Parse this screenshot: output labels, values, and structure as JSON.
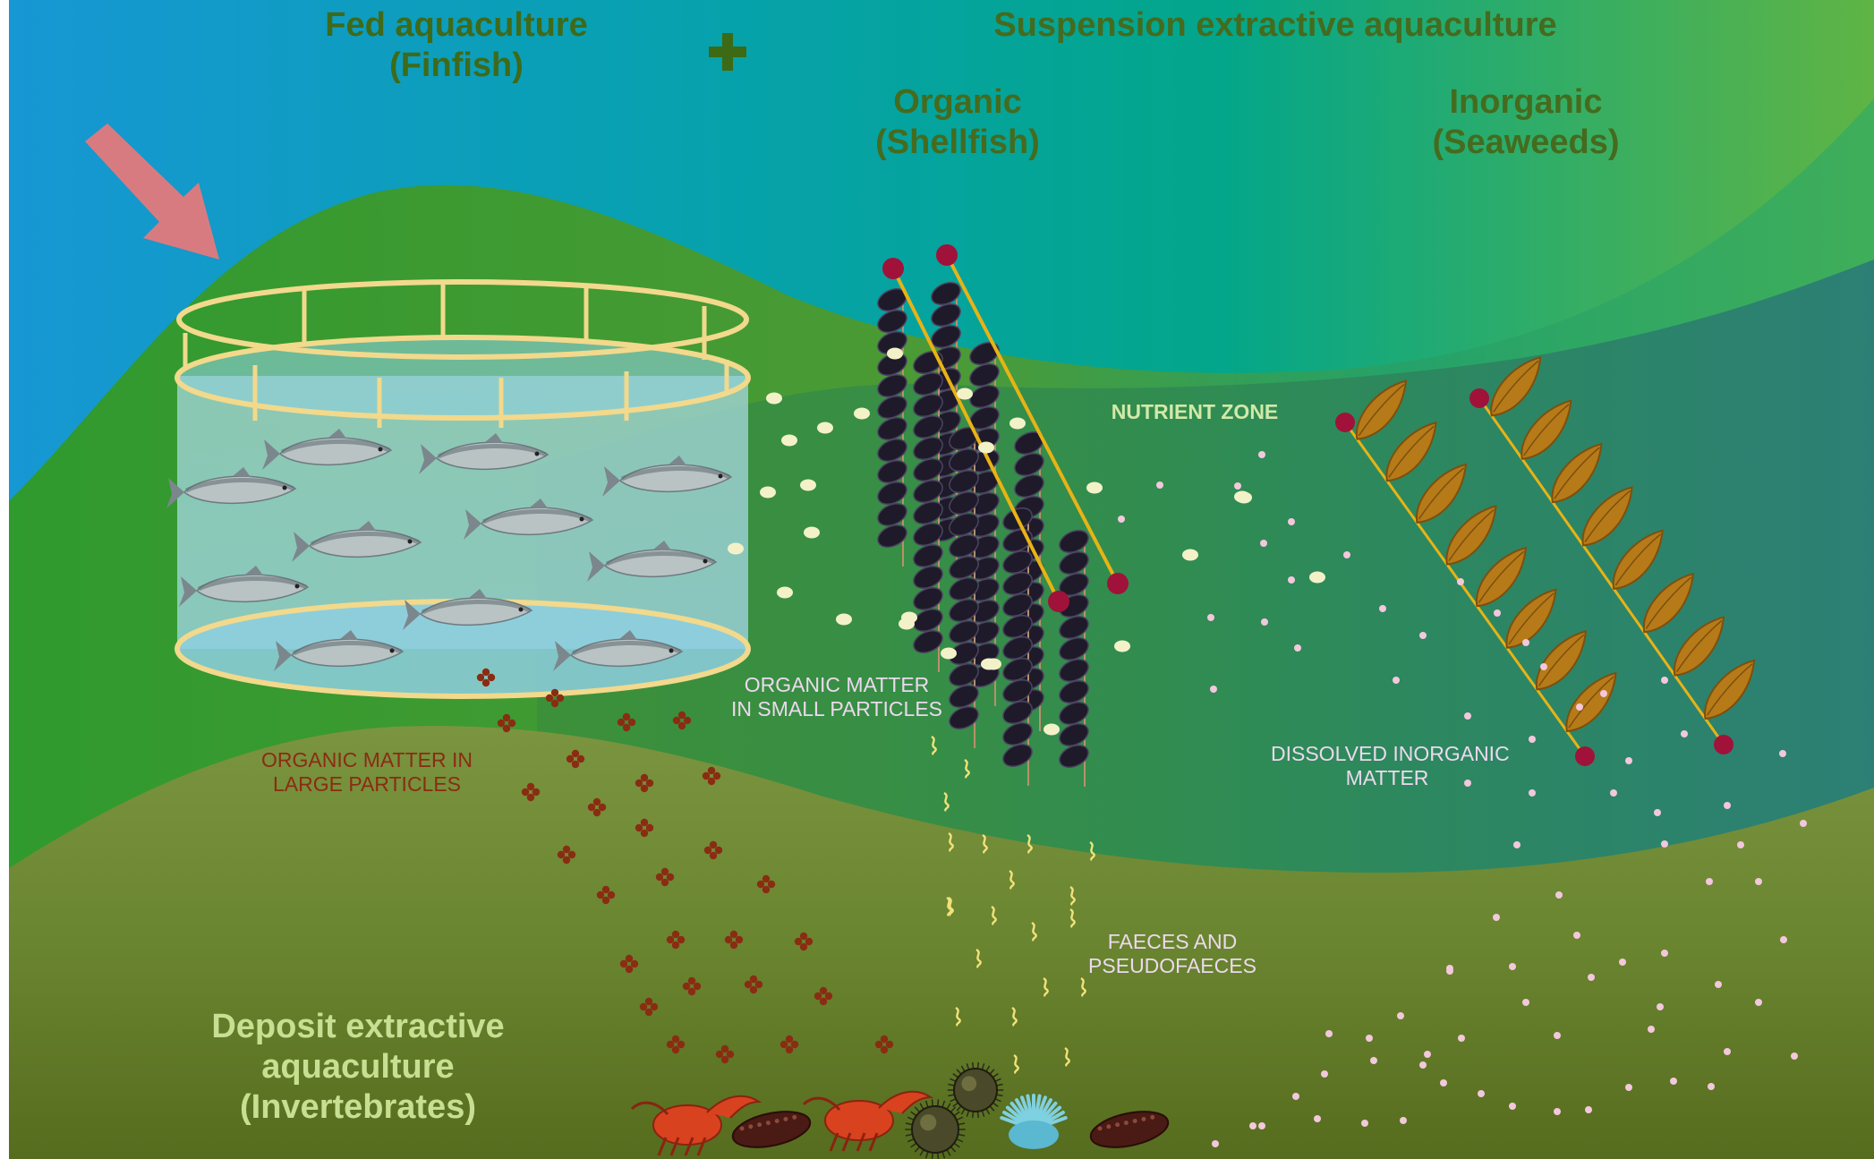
{
  "headings": {
    "fed_title": "Fed aquaculture",
    "fed_subtitle": "(Finfish)",
    "suspension_title": "Suspension extractive aquaculture",
    "organic_title": "Organic",
    "organic_subtitle": "(Shellfish)",
    "inorganic_title": "Inorganic",
    "inorganic_subtitle": "(Seaweeds)",
    "deposit_line1": "Deposit extractive",
    "deposit_line2": "aquaculture",
    "deposit_line3": "(Invertebrates)"
  },
  "labels": {
    "nutrient_zone": "NUTRIENT ZONE",
    "organic_small_line1": "ORGANIC MATTER",
    "organic_small_line2": "IN SMALL PARTICLES",
    "organic_large_line1": "ORGANIC MATTER IN",
    "organic_large_line2": "LARGE PARTICLES",
    "dissolved_line1": "DISSOLVED INORGANIC",
    "dissolved_line2": "MATTER",
    "faeces_line1": "FAECES AND",
    "faeces_line2": "PSEUDOFAECES"
  },
  "icons": [
    "plus-icon",
    "arrow-icon",
    "fish-cage",
    "salmon",
    "mussel-rope",
    "seaweed-line",
    "crab",
    "sea-urchin",
    "sea-cucumber",
    "sea-anemone"
  ],
  "colors": {
    "sky_blue": "#1797d4",
    "ocean_teal": "#0aa38a",
    "hill_green": "#3f9d33",
    "water_teal": "#2e8a7a",
    "deposit_olive": "#5f7a2a",
    "cage": "#f2d98c",
    "buoy": "#a0123a",
    "arrow": "#d87b80",
    "large_particle": "#8a2c12",
    "small_particle": "#f3f1c8",
    "dissolved": "#f3c8dc"
  }
}
